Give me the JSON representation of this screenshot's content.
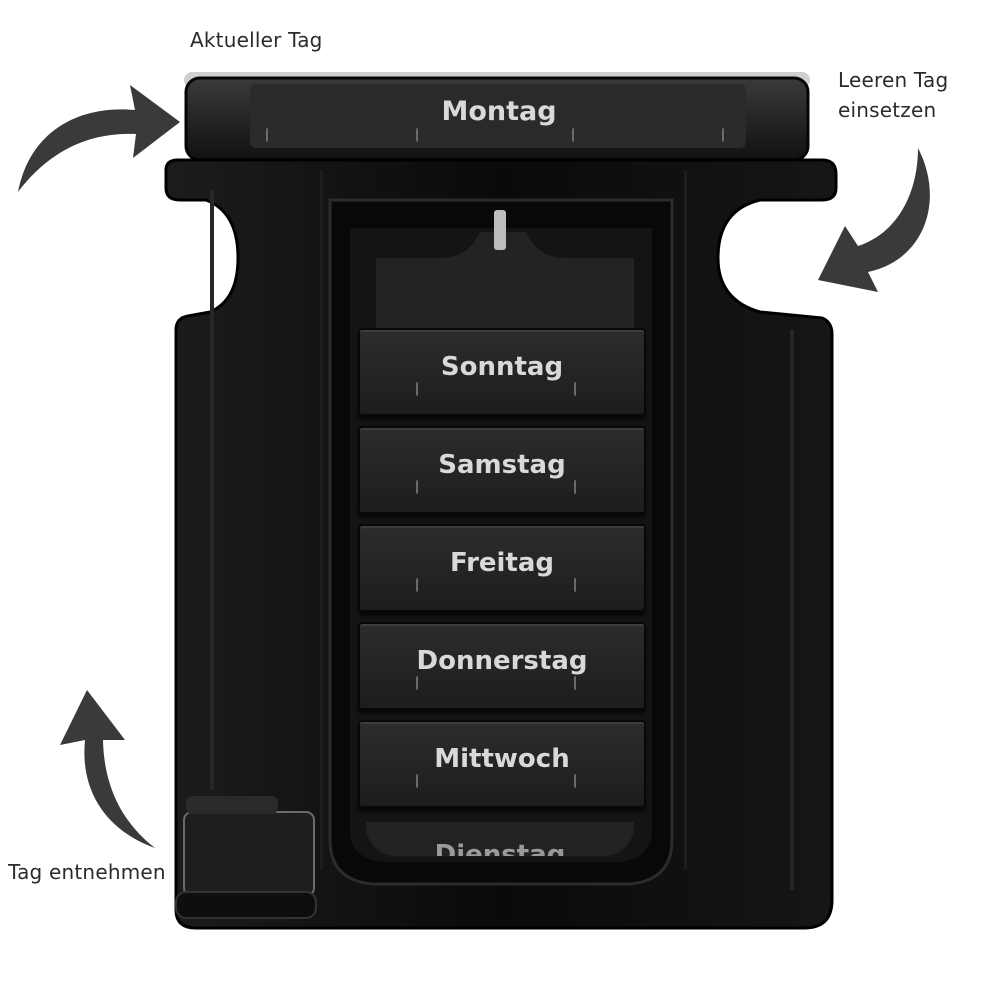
{
  "annotations": {
    "current_day": "Aktueller Tag",
    "insert_empty_day": [
      "Leeren Tag",
      "einsetzen"
    ],
    "take_day": "Tag entnehmen"
  },
  "top_slot": {
    "label": "Montag"
  },
  "stack": [
    {
      "label": "Sonntag"
    },
    {
      "label": "Samstag"
    },
    {
      "label": "Freitag"
    },
    {
      "label": "Donnerstag"
    },
    {
      "label": "Mittwoch"
    },
    {
      "label": "Dienstag"
    }
  ],
  "colors": {
    "body": "#0d0d0d",
    "tray": "#242424",
    "text": "#d9d9d9",
    "arrow": "#3a3a3a"
  }
}
